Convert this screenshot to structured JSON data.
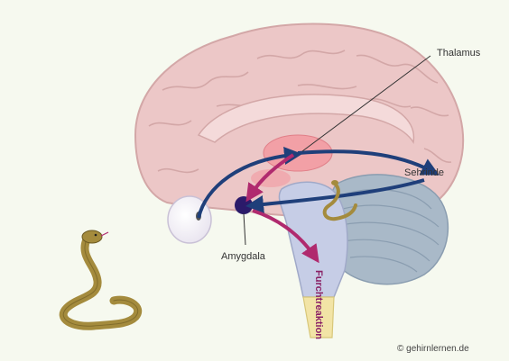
{
  "labels": {
    "thalamus": "Thalamus",
    "sehrinde": "Sehrinde",
    "amygdala": "Amygdala",
    "furchtreaktion": "Furchtreaktion"
  },
  "credit": "© gehirnlernen.de",
  "colors": {
    "background": "#f6f9ef",
    "brain": "#ecc7c7",
    "brain_outline": "#d3a7a7",
    "thalamus": "#f2a0a6",
    "cerebellum": "#a9b9c8",
    "brainstem": "#c6cde6",
    "spinal": "#f2e4a6",
    "amygdala": "#2b1a6a",
    "blue_arrow": "#1f3f7a",
    "magenta_arrow": "#b02a6e",
    "snake": "#a48b3d"
  },
  "icons": [
    "eye-icon",
    "snake-icon"
  ]
}
